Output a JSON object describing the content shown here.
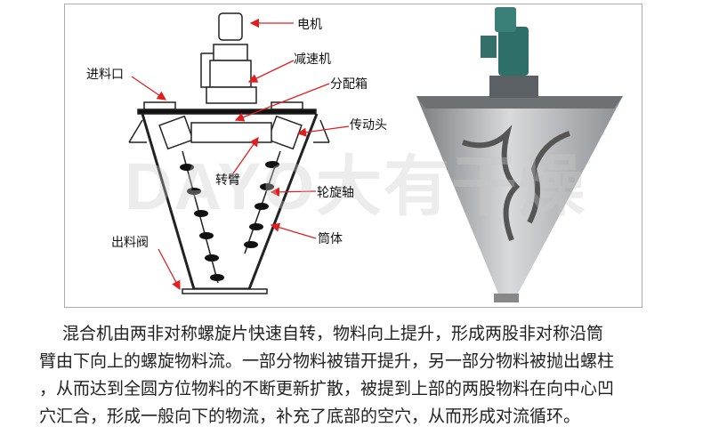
{
  "diagram": {
    "labels": {
      "motor": "电机",
      "reducer": "减速机",
      "distribution_box": "分配箱",
      "feed_inlet": "进料口",
      "drive_head": "传动头",
      "rotating_arm": "转臂",
      "screw_shaft": "轮旋轴",
      "barrel": "筒体",
      "discharge_valve": "出料阀"
    },
    "watermark": "DAYO大有干燥",
    "arrow_color": "#e02020"
  },
  "description": {
    "lines": [
      "混合机由两非对称螺旋片快速自转，物料向上提升，形成两股非对称沿筒",
      "臂由下向上的螺旋物料流。一部分物料被错开提升，另一部分物料被抛出螺柱",
      "，从而达到全圆方位物料的不断更新扩散，被提到上部的两股物料在向中心凹",
      "穴汇合，形成一般向下的物流，补充了底部的空穴，从而形成对流循环。"
    ]
  }
}
